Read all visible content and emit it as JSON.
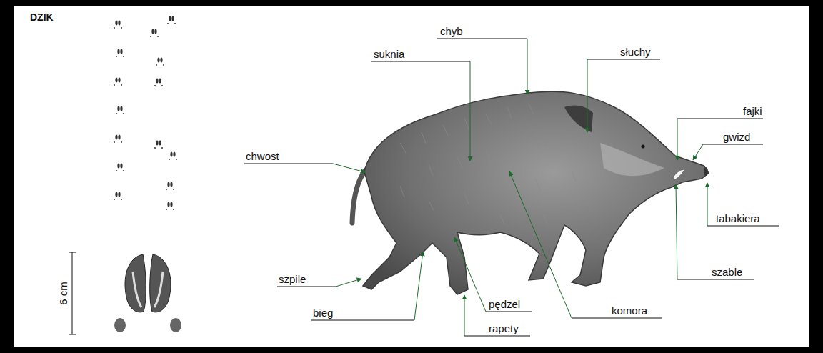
{
  "diagram": {
    "title": "DZIK",
    "labels": [
      "chyb",
      "suknia",
      "słuchy",
      "fajki",
      "gwizd",
      "chwost",
      "tabakiera",
      "szable",
      "szpile",
      "bieg",
      "pędzel",
      "komora",
      "rapety",
      "6 cm"
    ]
  }
}
